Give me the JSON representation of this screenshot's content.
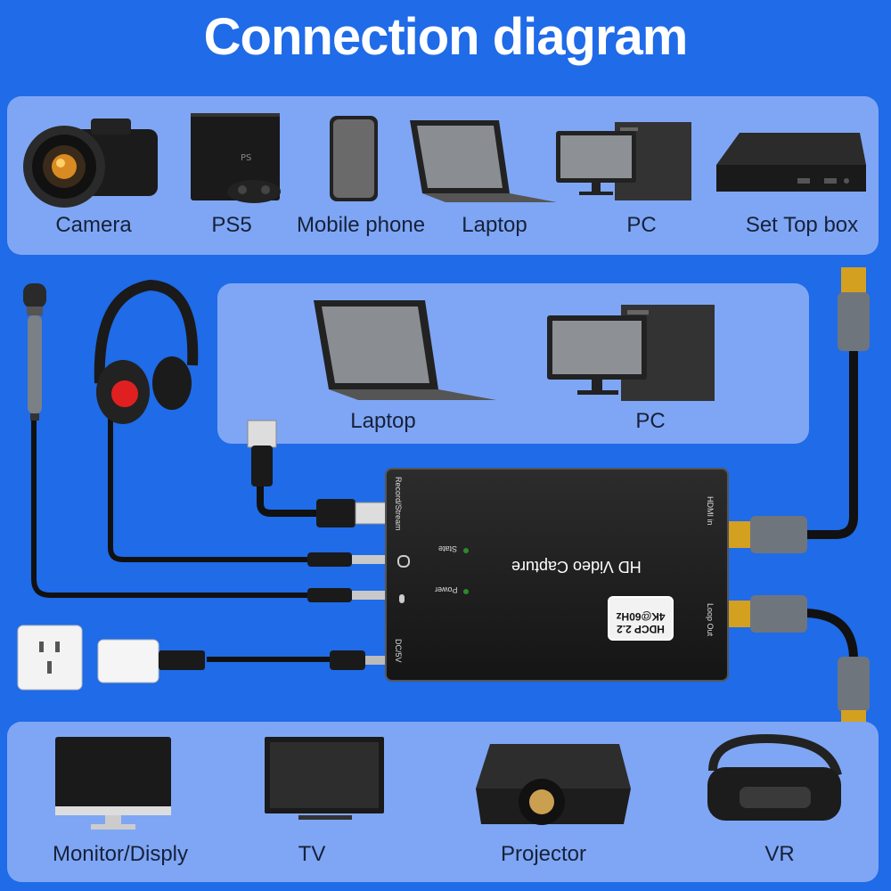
{
  "title": "Connection diagram",
  "sources": [
    {
      "label": "Camera",
      "icon": "camera-icon"
    },
    {
      "label": "PS5",
      "icon": "ps5-console-icon"
    },
    {
      "label": "Mobile phone",
      "icon": "mobile-phone-icon"
    },
    {
      "label": "Laptop",
      "icon": "laptop-icon"
    },
    {
      "label": "PC",
      "icon": "pc-icon"
    },
    {
      "label": "Set Top box",
      "icon": "set-top-box-icon"
    }
  ],
  "hosts": [
    {
      "label": "Laptop",
      "icon": "laptop-icon"
    },
    {
      "label": "PC",
      "icon": "pc-icon"
    }
  ],
  "device": {
    "name": "HD Video Capture",
    "badge_line1": "HDCP 2.2",
    "badge_line2": "4K@60Hz",
    "port_record": "Record/Stream",
    "port_hdmi_in": "HDMI in",
    "port_loop_out": "Loop Out",
    "port_dc": "DC/5V",
    "led_state": "State",
    "led_power": "Power"
  },
  "displays": [
    {
      "label": "Monitor/Disply",
      "icon": "monitor-icon"
    },
    {
      "label": "TV",
      "icon": "tv-icon"
    },
    {
      "label": "Projector",
      "icon": "projector-icon"
    },
    {
      "label": "VR",
      "icon": "vr-headset-icon"
    }
  ],
  "colors": {
    "background": "#1f6be8",
    "panel": "#7fa6f4",
    "device": "#1c1c1c"
  }
}
